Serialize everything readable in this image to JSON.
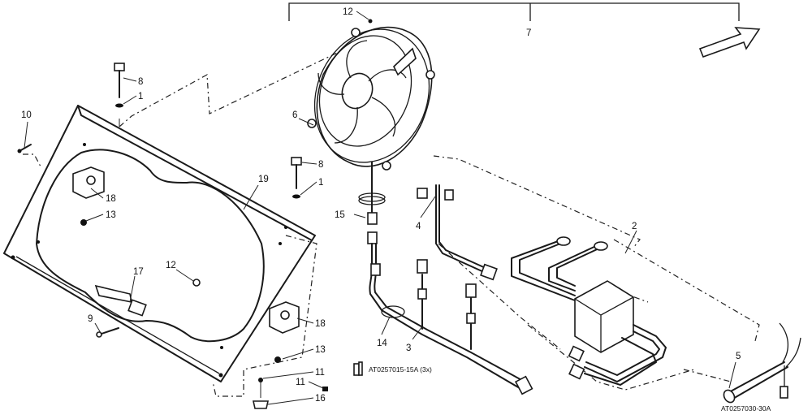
{
  "callouts": {
    "c1a": "1",
    "c1b": "1",
    "c2": "2",
    "c3": "3",
    "c4": "4",
    "c5": "5",
    "c6": "6",
    "c7": "7",
    "c8a": "8",
    "c8b": "8",
    "c9": "9",
    "c10": "10",
    "c11a": "11",
    "c11b": "11",
    "c12a": "12",
    "c12b": "12",
    "c13a": "13",
    "c13b": "13",
    "c14": "14",
    "c15": "15",
    "c16": "16",
    "c17": "17",
    "c18a": "18",
    "c18b": "18",
    "c19": "19"
  },
  "part_codes": {
    "connector_note": "AT0257015-15A (3x)",
    "drawing_number": "AT0257030-30A"
  },
  "icons": {
    "direction_arrow": "arrow-icon",
    "fan": "fan-icon"
  }
}
